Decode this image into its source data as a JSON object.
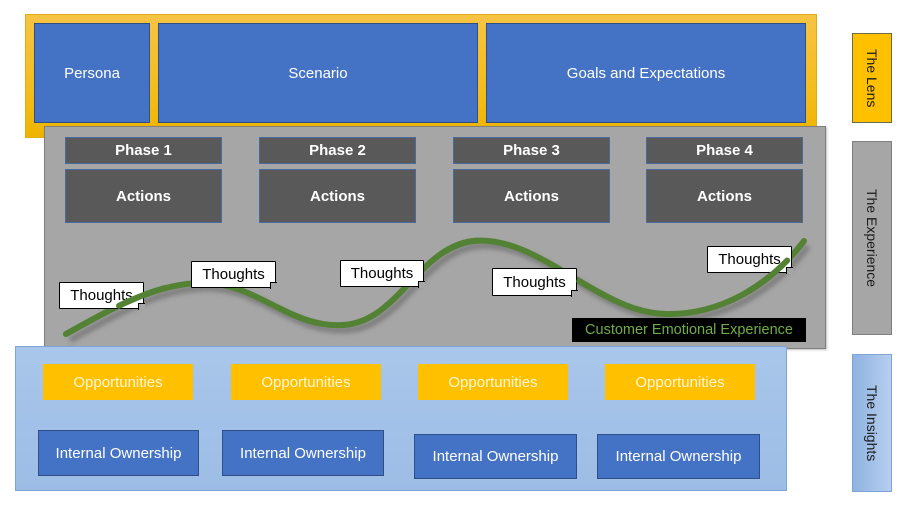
{
  "lens": {
    "section_label": "The Lens",
    "boxes": [
      {
        "label": "Persona"
      },
      {
        "label": "Scenario"
      },
      {
        "label": "Goals and Expectations"
      }
    ]
  },
  "experience": {
    "section_label": "The Experience",
    "phases": [
      {
        "label": "Phase 1",
        "action": "Actions",
        "thought": "Thoughts"
      },
      {
        "label": "Phase 2",
        "action": "Actions",
        "thought": "Thoughts"
      },
      {
        "label": "Phase 3",
        "action": "Actions",
        "thought": "Thoughts"
      },
      {
        "label": "Phase 4",
        "action": "Actions",
        "thought": "Thoughts"
      }
    ],
    "extra_thought": "Thoughts",
    "curve_label": "Customer Emotional Experience",
    "curve_color": "#548235"
  },
  "insights": {
    "section_label": "The Insights",
    "opportunities": [
      "Opportunities",
      "Opportunities",
      "Opportunities",
      "Opportunities"
    ],
    "ownership": [
      "Internal Ownership",
      "Internal Ownership",
      "Internal Ownership",
      "Internal Ownership"
    ]
  },
  "colors": {
    "lens": "#ffc000",
    "blue": "#4472c4",
    "experience_gray": "#a6a6a6",
    "dark_gray": "#595959",
    "insights_blue": "#a9c6ea",
    "curve_text": "#70ad47"
  }
}
